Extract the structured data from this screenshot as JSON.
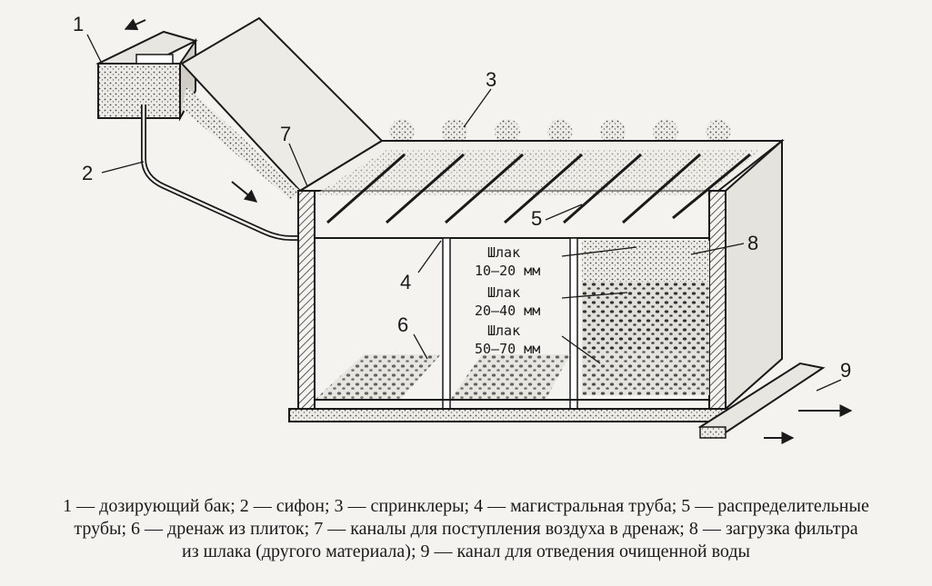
{
  "callouts": {
    "n1": "1",
    "n2": "2",
    "n3": "3",
    "n4": "4",
    "n5": "5",
    "n6": "6",
    "n7": "7",
    "n8": "8",
    "n9": "9"
  },
  "layers": [
    {
      "material": "Шлак",
      "size": "10–20 мм"
    },
    {
      "material": "Шлак",
      "size": "20–40 мм"
    },
    {
      "material": "Шлак",
      "size": "50–70 мм"
    }
  ],
  "caption": {
    "line1": "1 — дозирующий бак; 2 — сифон; 3 — спринклеры; 4 — магистральная труба; 5 — распределительные",
    "line2": "трубы; 6 — дренаж из плиток; 7 — каналы для поступления воздуха в дренаж; 8 — загрузка фильтра",
    "line3": "из шлака (другого материала); 9 — канал для отведения очищенной воды"
  },
  "colors": {
    "ink": "#1a1a1a",
    "paper": "#f4f3ef",
    "fill": "#d8d6d0"
  }
}
